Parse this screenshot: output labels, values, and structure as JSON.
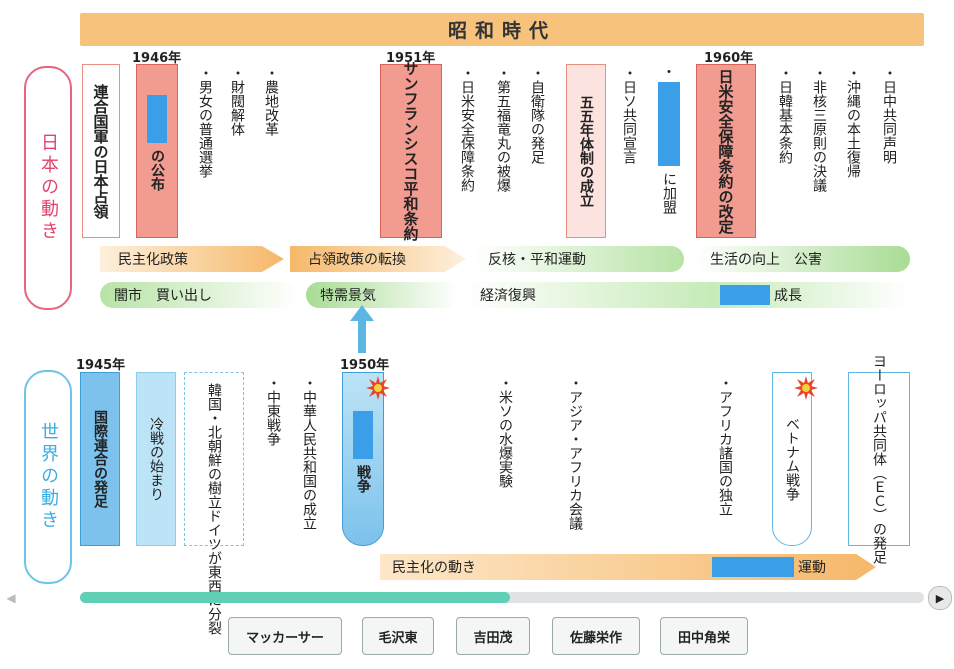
{
  "era_title": "昭和時代",
  "sections": {
    "japan": "日本の動き",
    "world": "世界の動き"
  },
  "years": {
    "y1946": "1946年",
    "y1951": "1951年",
    "y1960": "1960年",
    "y1945": "1945年",
    "y1950": "1950年"
  },
  "japan_events": {
    "occupation": "連合国軍の日本占領",
    "constitution_suffix": "の公布",
    "sanfran": "サンフランシスコ平和条約",
    "system55": "五五年体制の成立",
    "un_join": "に加盟",
    "anpo": "日米安全保障条約の改定"
  },
  "japan_notes": [
    "・農地改革",
    "・財閥解体",
    "・男女の普通選挙",
    "・自衛隊の発足",
    "・第五福竜丸の被爆",
    "・日米安全保障条約",
    "・日ソ共同宣言",
    "・日中共同声明",
    "・沖縄の本土復帰",
    "・非核三原則の決議",
    "・日韓基本条約"
  ],
  "un_dot": "・",
  "policy_bars": {
    "democratize": "民主化政策",
    "policy_shift": "占領政策の転換",
    "peace_move": "反核・平和運動",
    "living": "生活の向上　公害"
  },
  "economy_bars": {
    "black_market": "闇市　買い出し",
    "special_boom": "特需景気",
    "recovery": "経済復興",
    "growth_suffix": "成長"
  },
  "world_events": {
    "un_found": "国際連合の発足",
    "cold_war": "冷戦の始まり",
    "division": "韓国・北朝鮮の樹立ドイツが東西に分裂",
    "war_suffix": "戦争",
    "vietnam": "ベトナム戦争",
    "ec": "ヨーロッパ共同体（ＥＣ）の発足"
  },
  "world_notes": [
    "・中東戦争",
    "・中華人民共和国の成立",
    "・米ソの水爆実験",
    "・アジア・アフリカ会議",
    "・アフリカ諸国の独立"
  ],
  "world_bar": {
    "democracy": "民主化の動き",
    "movement_suffix": "運動"
  },
  "timeline": {
    "progress": 0.51
  },
  "people": [
    "マッカーサー",
    "毛沢東",
    "吉田茂",
    "佐藤栄作",
    "田中角栄"
  ],
  "colors": {
    "japan_accent": "#e0446c",
    "world_accent": "#3aaee0",
    "hidden_block": "#3a9ee8",
    "era_band": "#f6c27c"
  },
  "icons": {
    "nav_left": "chevron-left-icon",
    "nav_right": "chevron-right-icon",
    "war": "explosion-icon"
  }
}
